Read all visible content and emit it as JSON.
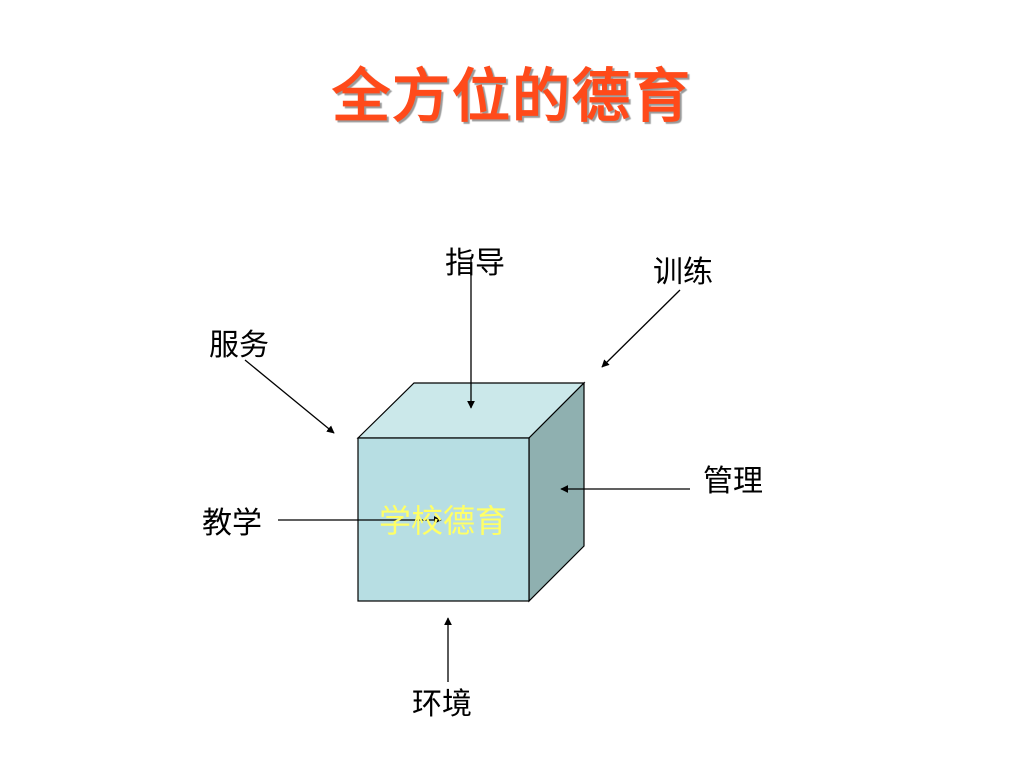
{
  "title": "全方位的德育",
  "diagram": {
    "center_label": "学校德育",
    "labels": {
      "guidance": "指导",
      "training": "训练",
      "service": "服务",
      "management": "管理",
      "teaching": "教学",
      "environment": "环境"
    }
  },
  "colors": {
    "title": "#ff4a1a",
    "center_label": "#ffff66",
    "cube_front": "#b7dee3",
    "cube_top": "#cbe8ea",
    "cube_side": "#8fb0b0",
    "line": "#000000"
  }
}
